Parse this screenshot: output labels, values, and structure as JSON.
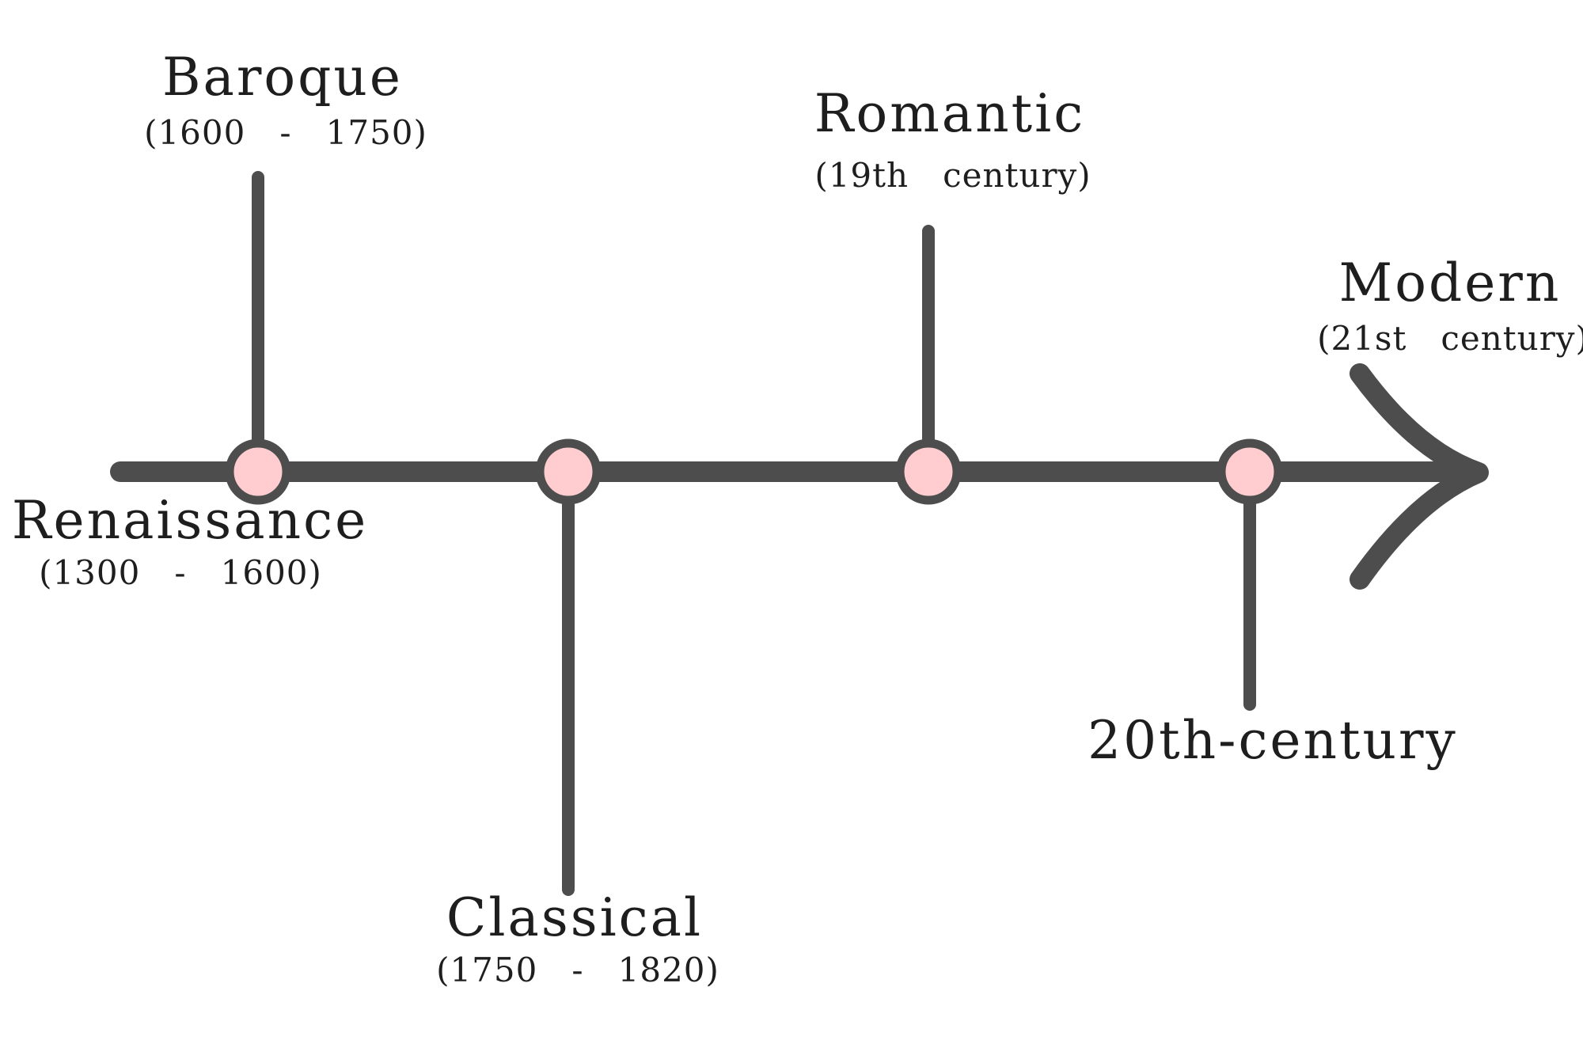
{
  "colors": {
    "line": "#4d4d4d",
    "node_fill": "#ffcdd0",
    "text": "#1e1e1e",
    "background": "#ffffff"
  },
  "events": [
    {
      "name": "Renaissance",
      "period": "(1300   -   1600)"
    },
    {
      "name": "Baroque",
      "period": "(1600   -   1750)"
    },
    {
      "name": "Classical",
      "period": "(1750   -   1820)"
    },
    {
      "name": "Romantic",
      "period": "(19th   century)"
    },
    {
      "name": "20th-century",
      "period": ""
    },
    {
      "name": "Modern",
      "period": "(21st   century)"
    }
  ]
}
